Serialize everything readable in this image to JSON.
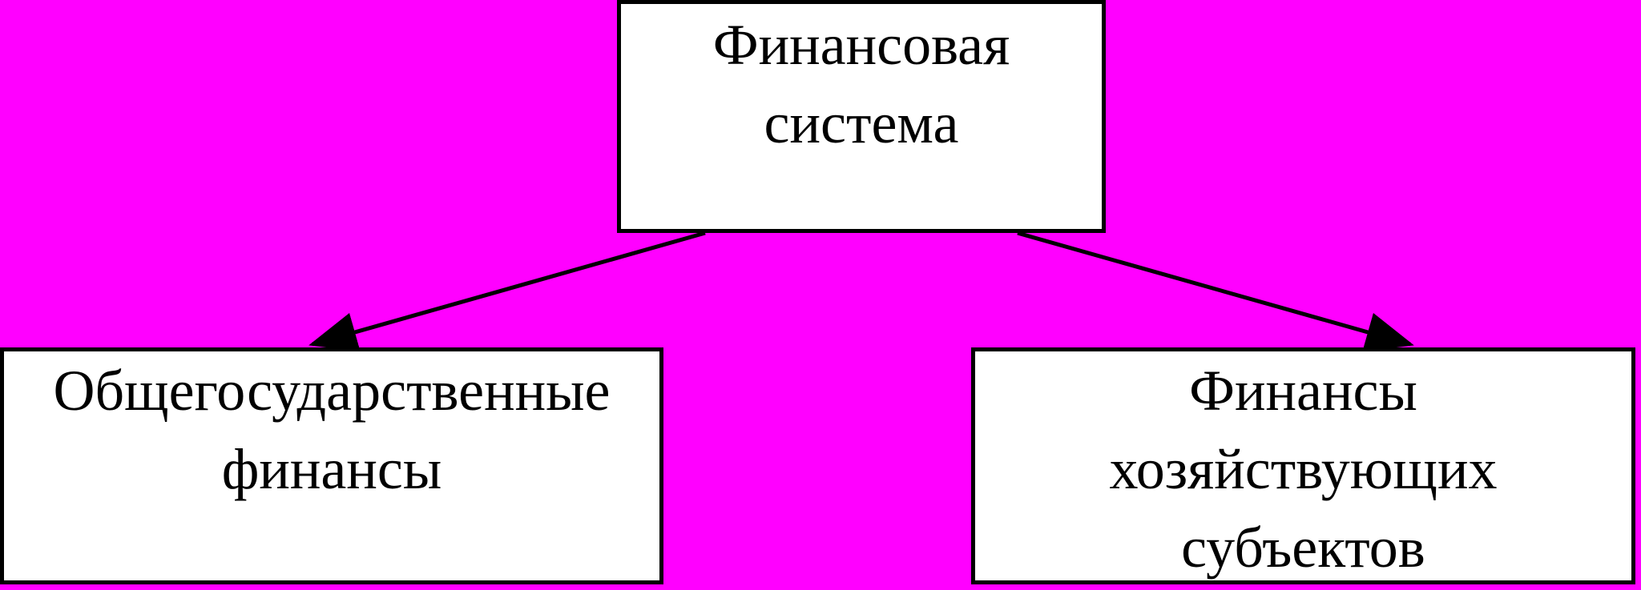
{
  "diagram": {
    "colors": {
      "background": "#FF00FF",
      "box_fill": "#FFFFFF",
      "stroke": "#000000"
    },
    "nodes": {
      "root": {
        "lines": [
          "Финансовая",
          "система"
        ]
      },
      "left": {
        "lines": [
          "Общегосударственные",
          "финансы"
        ]
      },
      "right": {
        "lines": [
          "Финансы",
          "хозяйствующих",
          "субъектов"
        ]
      }
    },
    "edges": [
      {
        "from": "root",
        "to": "left",
        "arrow": "end"
      },
      {
        "from": "root",
        "to": "right",
        "arrow": "end"
      }
    ]
  }
}
